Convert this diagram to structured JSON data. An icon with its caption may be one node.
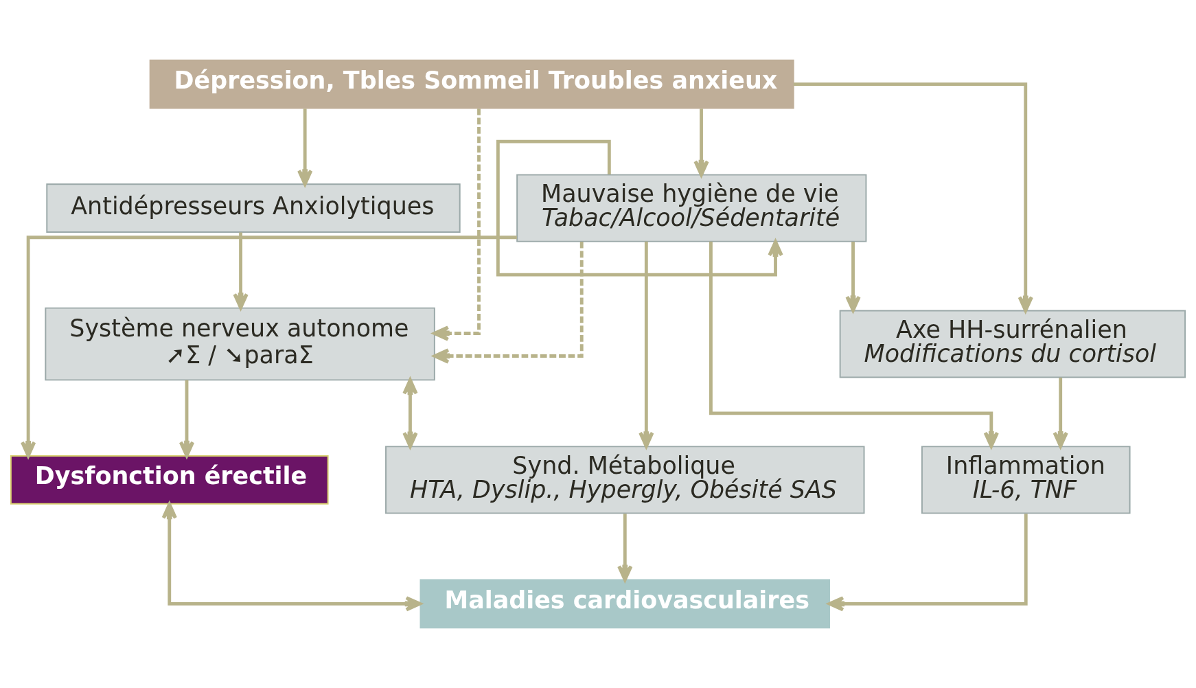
{
  "diagram": {
    "nodes": [
      {
        "text": [
          "Dépression, Tbles Sommeil Troubles anxieux"
        ]
      },
      {
        "text": [
          "Mauvaise hygiène de vie",
          "Tabac/Alcool/Sédentarité"
        ]
      },
      {
        "text": [
          "Antidépresseurs Anxiolytiques"
        ]
      },
      {
        "text": [
          "Axe HH-surrénalien",
          "Modifications du cortisol"
        ]
      },
      {
        "text": [
          "Système nerveux autonome",
          "➚Σ / ➘paraΣ"
        ]
      },
      {
        "text": [
          "Dysfonction érectile"
        ]
      },
      {
        "text": [
          "Inflammation",
          "IL-6, TNF"
        ]
      },
      {
        "text": [
          "Synd. Métabolique",
          "HTA, Dyslip., Hypergly, Obésité SAS"
        ]
      },
      {
        "text": [
          "Maladies cardiovasculaires"
        ]
      }
    ],
    "edges": [
      {
        "from": 0,
        "to": 1,
        "arrow": "to"
      },
      {
        "from": 0,
        "to": 3,
        "arrow": "to"
      },
      {
        "from": 1,
        "to": 3,
        "arrow": "to"
      },
      {
        "from": 0,
        "to": 2,
        "arrow": "to"
      },
      {
        "from": 0,
        "to": 4,
        "arrow": "to",
        "style": "dashed"
      },
      {
        "from": 1,
        "to": 1,
        "arrow": "to"
      },
      {
        "from": 1,
        "to": 4,
        "arrow": "to",
        "style": "dashed"
      },
      {
        "from": 1,
        "to": 5,
        "arrow": "to"
      },
      {
        "from": 1,
        "to": 6,
        "arrow": "to"
      },
      {
        "from": 1,
        "to": 7,
        "arrow": "to"
      },
      {
        "from": 2,
        "to": 4,
        "arrow": "to"
      },
      {
        "from": 4,
        "to": 7,
        "arrow": "both"
      },
      {
        "from": 4,
        "to": 5,
        "arrow": "to"
      },
      {
        "from": 3,
        "to": 6,
        "arrow": "to"
      },
      {
        "from": 5,
        "to": 8,
        "arrow": "both"
      },
      {
        "from": 6,
        "to": 8,
        "arrow": "to"
      },
      {
        "from": 7,
        "to": 8,
        "arrow": "to"
      }
    ]
  }
}
